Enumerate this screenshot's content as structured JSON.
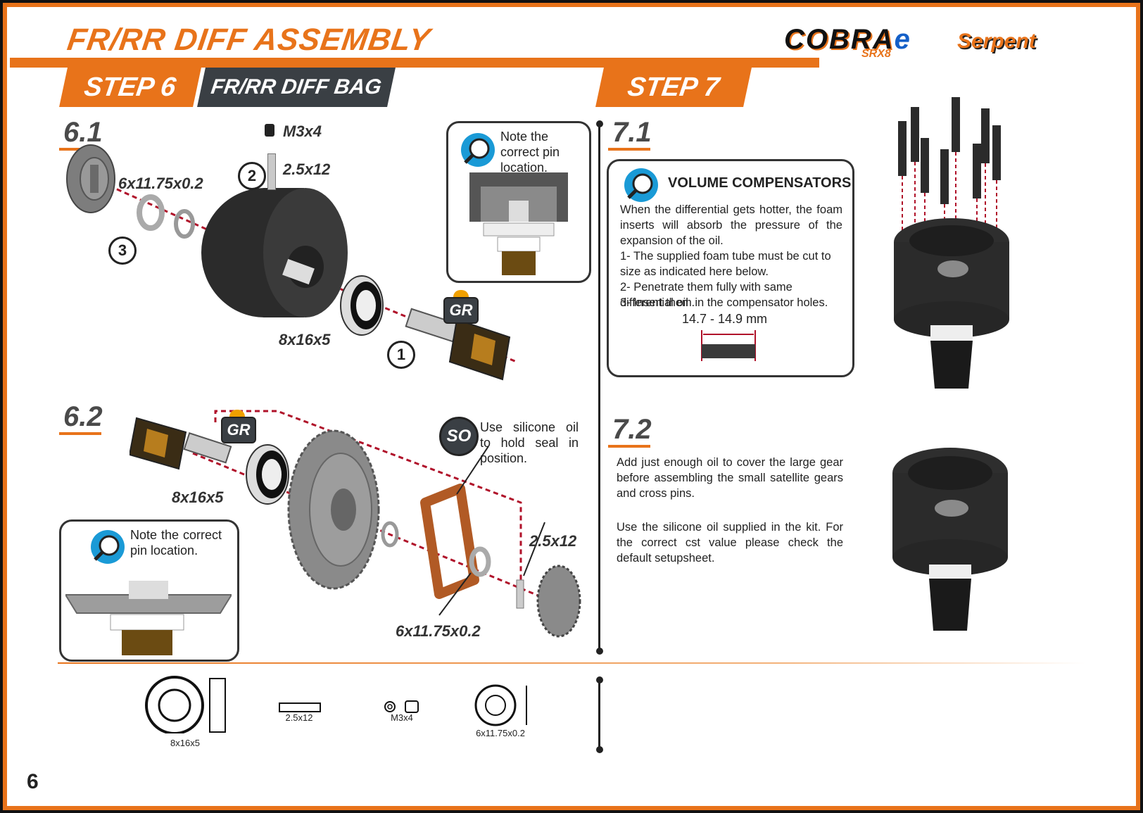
{
  "header": {
    "title": "FR/RR DIFF ASSEMBLY",
    "step6_label": "STEP 6",
    "step6_bag": "FR/RR DIFF BAG",
    "step7_label": "STEP 7"
  },
  "logos": {
    "cobra": "COBRA",
    "cobra_suffix": "e",
    "cobra_model": "SRX8",
    "brand": "Serpent"
  },
  "step61": {
    "number": "6.1",
    "labels": {
      "m3x4": "M3x4",
      "pin_2_5x12": "2.5x12",
      "washer": "6x11.75x0.2",
      "bearing": "8x16x5"
    },
    "circles": [
      "1",
      "2",
      "3"
    ],
    "gr_badge": "GR",
    "note": "Note the correct pin location."
  },
  "step62": {
    "number": "6.2",
    "labels": {
      "bearing": "8x16x5",
      "pin_2_5x12": "2.5x12",
      "washer": "6x11.75x0.2"
    },
    "gr_badge": "GR",
    "so_badge": "SO",
    "so_note": "Use silicone oil to hold seal in position.",
    "note": "Note the correct pin location."
  },
  "step71": {
    "number": "7.1",
    "title": "VOLUME COMPENSATORS",
    "body": "When the differential gets hotter, the foam inserts will absorb the pressure of the expansion of the oil.",
    "items": [
      "1- The supplied foam tube must be cut to size as indicated here below.",
      "2- Penetrate them fully with same differential oil .",
      "3- Insert them in the compensator holes."
    ],
    "measure": "14.7 - 14.9 mm"
  },
  "step72": {
    "number": "7.2",
    "para1": "Add just enough oil to cover the large gear before assembling the small satellite gears and cross pins.",
    "para2": "Use the silicone oil supplied in the kit. For the correct cst value please check the default setupsheet."
  },
  "parts_bar": [
    {
      "label": "8x16x5"
    },
    {
      "label": "2.5x12"
    },
    {
      "label": "M3x4"
    },
    {
      "label": "6x11.75x0.2"
    }
  ],
  "page_number": "6",
  "colors": {
    "accent": "#e8731a",
    "dark": "#3a3f44",
    "blue": "#1a9ad6"
  }
}
